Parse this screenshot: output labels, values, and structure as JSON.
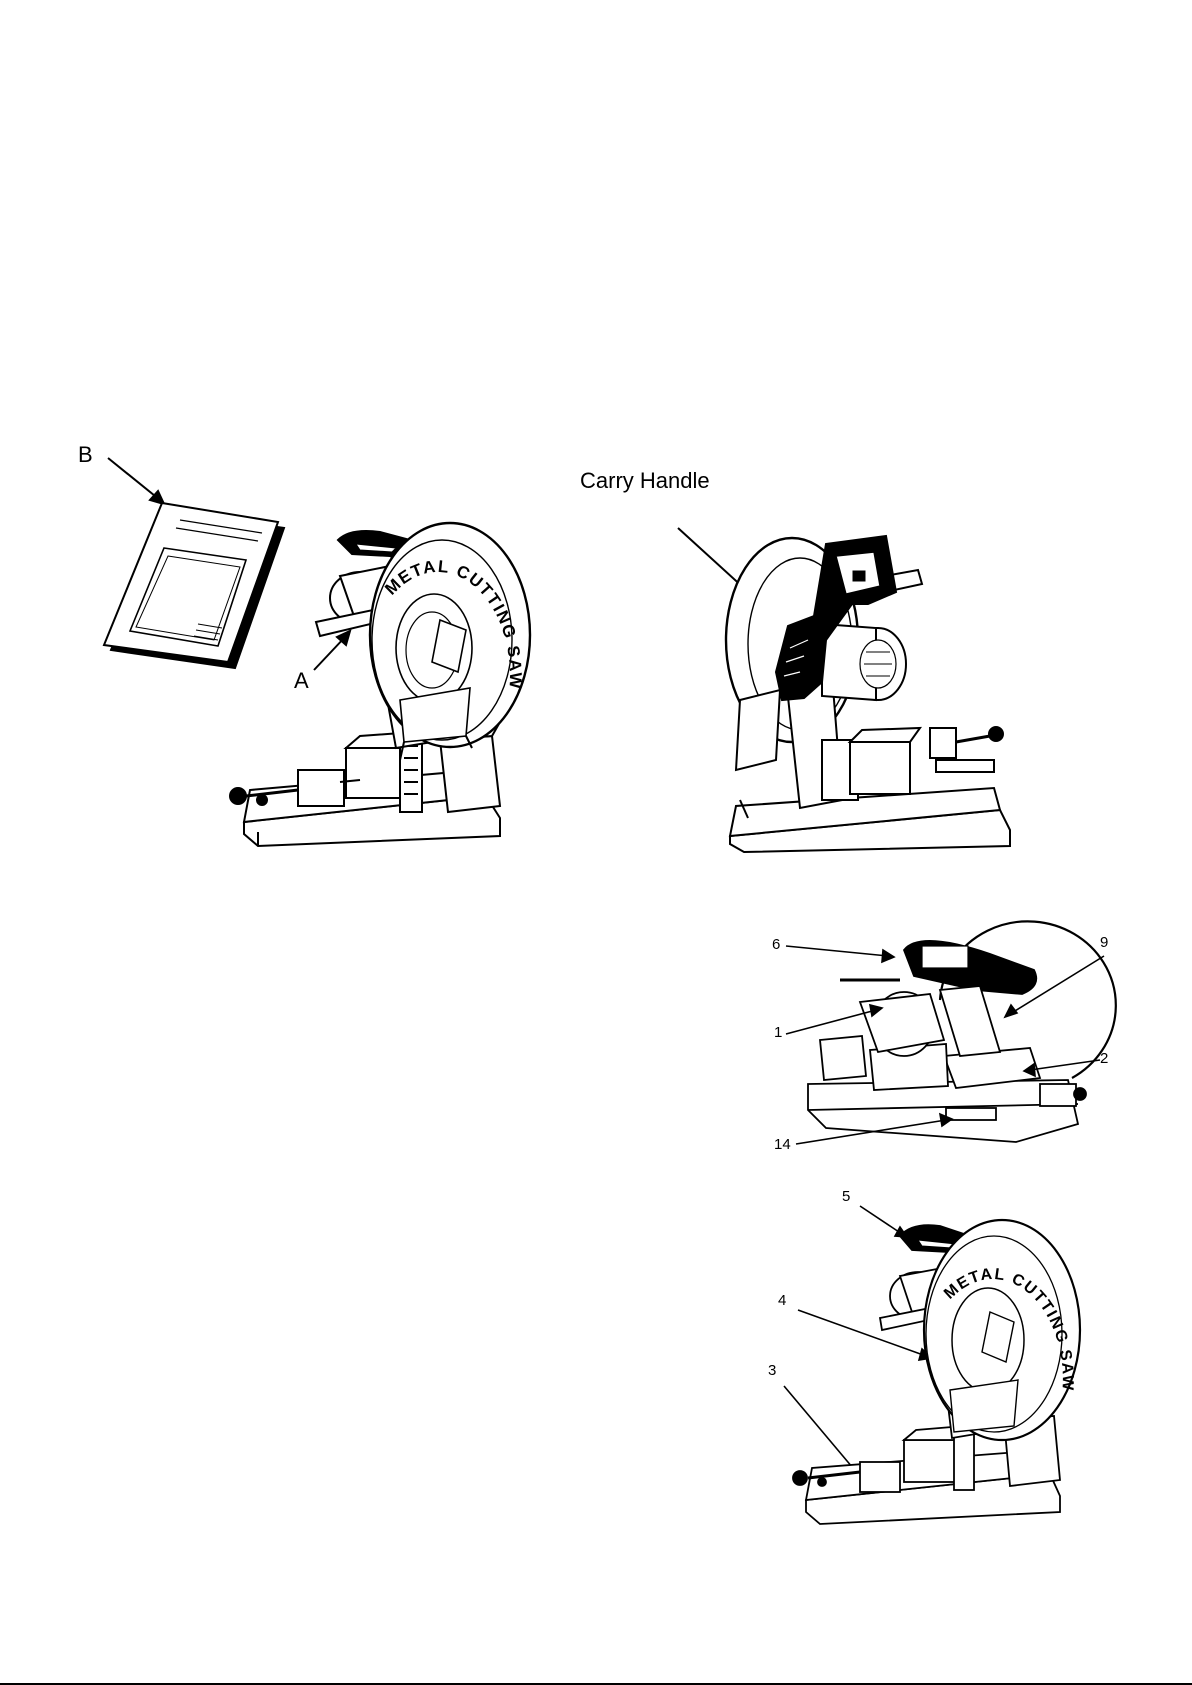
{
  "figure1": {
    "label_b": "B",
    "label_a": "A",
    "saw_text": "METAL CUTTING SAW"
  },
  "figure2": {
    "label_carry_handle": "Carry Handle"
  },
  "figure3": {
    "callouts": [
      "6",
      "9",
      "1",
      "2",
      "14"
    ]
  },
  "figure4": {
    "callouts": [
      "5",
      "4",
      "3"
    ],
    "saw_text": "METAL CUTTING SAW"
  }
}
